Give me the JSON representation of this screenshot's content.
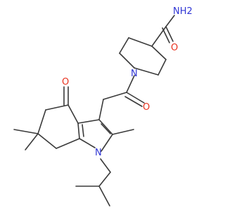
{
  "diagram": {
    "type": "skeletal-structure",
    "atom_labels": {
      "amide_nitrogen": "NH2",
      "amide_oxygen": "O",
      "piperidine_nitrogen": "N",
      "ketone_oxygen": "O",
      "linker_carbonyl_oxygen": "O",
      "indole_nitrogen": "N"
    },
    "colors": {
      "bond": "#3a3a3a",
      "oxygen": "#e8321f",
      "nitrogen": "#2f35d4",
      "background": "#ffffff"
    }
  }
}
